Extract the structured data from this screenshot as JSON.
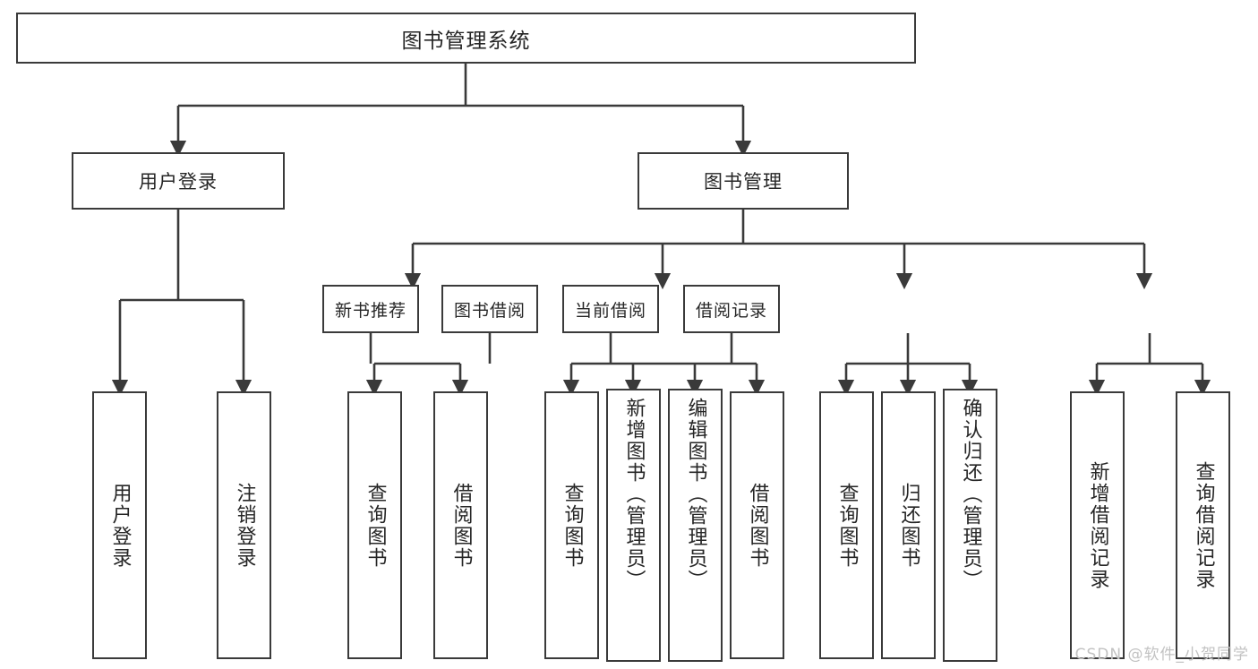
{
  "diagram": {
    "type": "tree",
    "title": "图书管理系统",
    "root": {
      "label": "图书管理系统"
    },
    "level2": [
      {
        "label": "用户登录"
      },
      {
        "label": "图书管理"
      }
    ],
    "level3": [
      {
        "label": "新书推荐"
      },
      {
        "label": "图书借阅"
      },
      {
        "label": "当前借阅"
      },
      {
        "label": "借阅记录"
      }
    ],
    "leaves": [
      {
        "label": "用户登录",
        "parent": "用户登录"
      },
      {
        "label": "注销登录",
        "parent": "用户登录"
      },
      {
        "label": "查询图书",
        "parent": "新书推荐"
      },
      {
        "label": "借阅图书",
        "parent": "新书推荐"
      },
      {
        "label": "查询图书",
        "parent": "图书借阅"
      },
      {
        "label": "新增图书（管理员）",
        "parent": "图书借阅"
      },
      {
        "label": "编辑图书（管理员）",
        "parent": "图书借阅"
      },
      {
        "label": "借阅图书",
        "parent": "图书借阅"
      },
      {
        "label": "查询图书",
        "parent": "当前借阅"
      },
      {
        "label": "归还图书",
        "parent": "当前借阅"
      },
      {
        "label": "确认归还（管理员）",
        "parent": "当前借阅"
      },
      {
        "label": "新增借阅记录",
        "parent": "借阅记录"
      },
      {
        "label": "查询借阅记录",
        "parent": "借阅记录"
      }
    ]
  },
  "watermark": {
    "text": "CSDN @软件_小贺同学"
  },
  "colors": {
    "stroke": "#3a3a3a",
    "text": "#262626",
    "background": "#ffffff",
    "watermark": "#c2c2c2"
  }
}
